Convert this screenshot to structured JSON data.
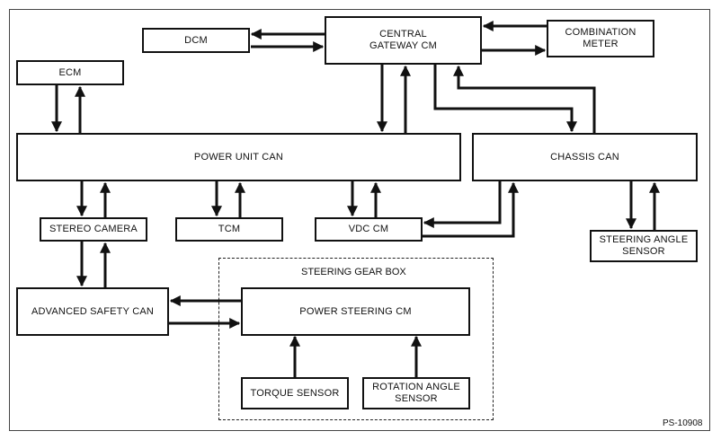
{
  "nodes": {
    "dcm": "DCM",
    "central_gateway": "CENTRAL\nGATEWAY CM",
    "combination_meter": "COMBINATION\nMETER",
    "ecm": "ECM",
    "power_unit_can": "POWER UNIT CAN",
    "chassis_can": "CHASSIS CAN",
    "stereo_camera": "STEREO CAMERA",
    "tcm": "TCM",
    "vdc_cm": "VDC CM",
    "steering_angle_sensor": "STEERING ANGLE\nSENSOR",
    "advanced_safety_can": "ADVANCED SAFETY CAN",
    "power_steering_cm": "POWER STEERING CM",
    "torque_sensor": "TORQUE SENSOR",
    "rotation_angle_sensor": "ROTATION ANGLE\nSENSOR"
  },
  "groups": {
    "steering_gear_box": "STEERING GEAR BOX"
  },
  "figure_id": "PS-10908",
  "colors": {
    "line": "#111111",
    "background": "#ffffff"
  }
}
